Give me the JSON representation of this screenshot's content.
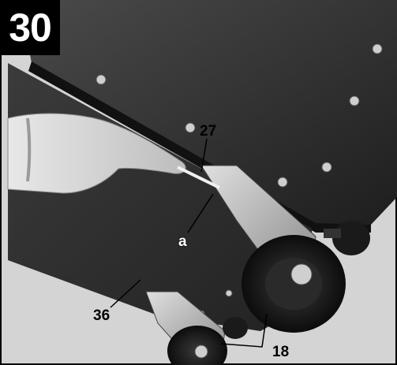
{
  "figure": {
    "step_number": "30",
    "callouts": {
      "part_27": "27",
      "detail_a": "a",
      "part_36": "36",
      "part_18": "18"
    }
  },
  "colors": {
    "cabinet": "#2b2b2b",
    "cabinet_edge": "#111111",
    "steel": "#b8b8b8",
    "wheel": "#1a1a1a",
    "background": "#d9d9d9"
  }
}
